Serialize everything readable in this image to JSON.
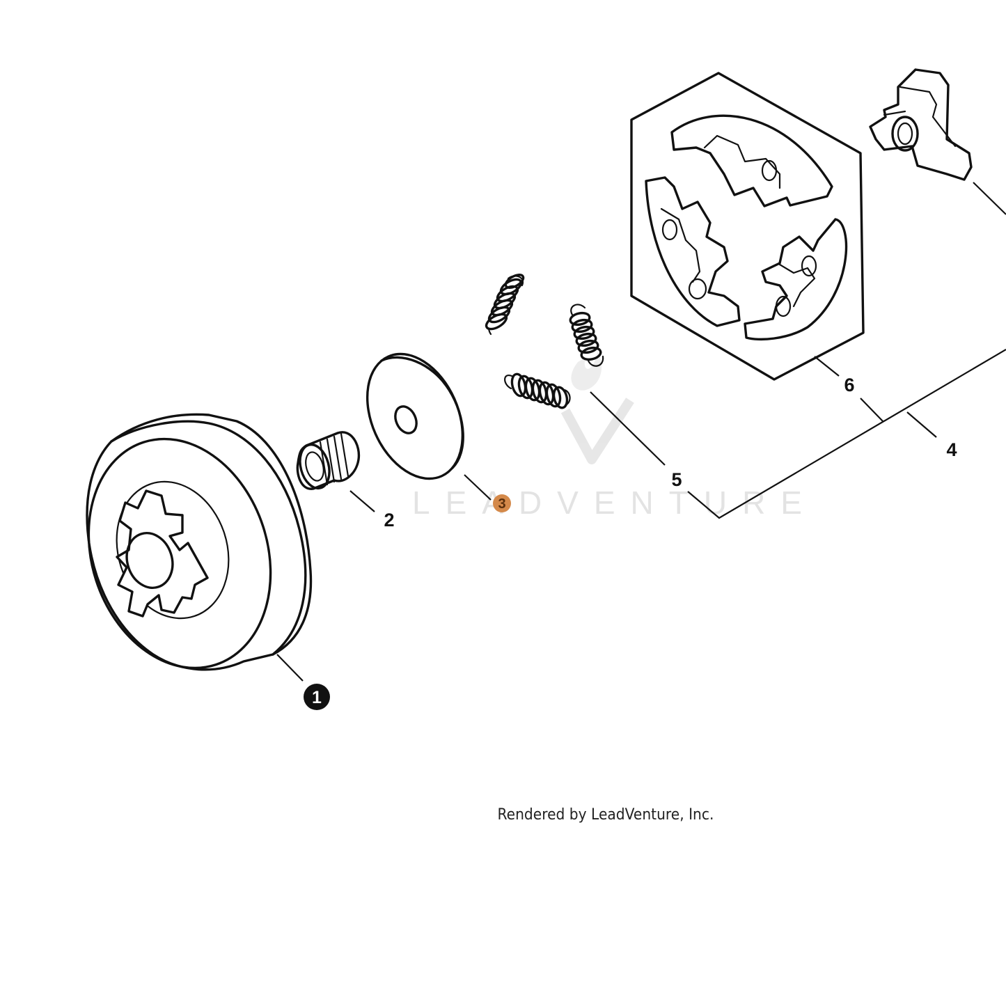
{
  "watermark": {
    "text": "LEADVENTURE"
  },
  "footer": {
    "text": "Rendered by LeadVenture, Inc."
  },
  "callouts": [
    {
      "num": "1",
      "style": "badge-black",
      "part": "clutch-drum"
    },
    {
      "num": "2",
      "style": "plain",
      "part": "needle-bearing"
    },
    {
      "num": "3",
      "style": "badge-orange",
      "part": "washer"
    },
    {
      "num": "4",
      "style": "plain",
      "part": "clutch-assembly"
    },
    {
      "num": "5",
      "style": "plain",
      "part": "clutch-springs"
    },
    {
      "num": "6",
      "style": "plain",
      "part": "clutch-shoes"
    }
  ],
  "colors": {
    "line": "#111111",
    "highlight": "#d4894a",
    "watermark": "#e3e3e3",
    "background": "#ffffff"
  }
}
